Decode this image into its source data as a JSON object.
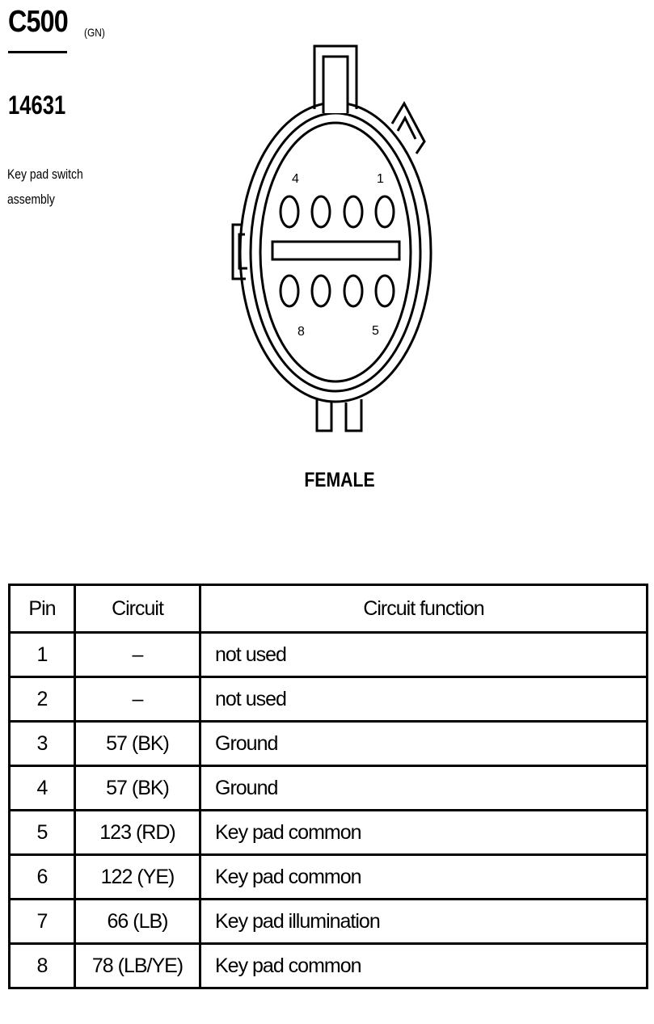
{
  "connector": {
    "id": "C500",
    "color_code": "(GN)",
    "part_number": "14631",
    "description": "Key pad switch assembly",
    "gender": "FEMALE",
    "pin_labels": {
      "top_left": "4",
      "top_right": "1",
      "bottom_left": "8",
      "bottom_right": "5"
    }
  },
  "table": {
    "headers": {
      "pin": "Pin",
      "circuit": "Circuit",
      "function": "Circuit function"
    },
    "rows": [
      {
        "pin": "1",
        "circuit": "–",
        "function": "not used"
      },
      {
        "pin": "2",
        "circuit": "–",
        "function": "not used"
      },
      {
        "pin": "3",
        "circuit": "57 (BK)",
        "function": "Ground"
      },
      {
        "pin": "4",
        "circuit": "57 (BK)",
        "function": "Ground"
      },
      {
        "pin": "5",
        "circuit": "123 (RD)",
        "function": "Key pad common"
      },
      {
        "pin": "6",
        "circuit": "122 (YE)",
        "function": "Key pad common"
      },
      {
        "pin": "7",
        "circuit": "66 (LB)",
        "function": "Key pad illumination"
      },
      {
        "pin": "8",
        "circuit": "78 (LB/YE)",
        "function": "Key pad common"
      }
    ]
  }
}
